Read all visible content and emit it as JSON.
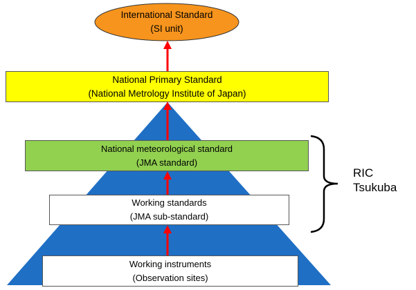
{
  "international": {
    "line1": "International Standard",
    "line2": "(SI unit)",
    "fill": "#F7941D"
  },
  "primary": {
    "line1": "National Primary Standard",
    "line2": "(National Metrology Institute of Japan)",
    "fill": "#FFFF00"
  },
  "meteorological": {
    "line1": "National meteorological standard",
    "line2": "(JMA standard)",
    "fill": "#92D050"
  },
  "working_standards": {
    "line1": "Working standards",
    "line2": "(JMA sub-standard)",
    "fill": "#FFFFFF"
  },
  "working_instruments": {
    "line1": "Working instruments",
    "line2": "(Observation sites)",
    "fill": "#FFFFFF"
  },
  "ric": {
    "line1": "RIC",
    "line2": "Tsukuba"
  },
  "colors": {
    "pyramid": "#1F6FC5",
    "arrow": "#FF0000"
  }
}
